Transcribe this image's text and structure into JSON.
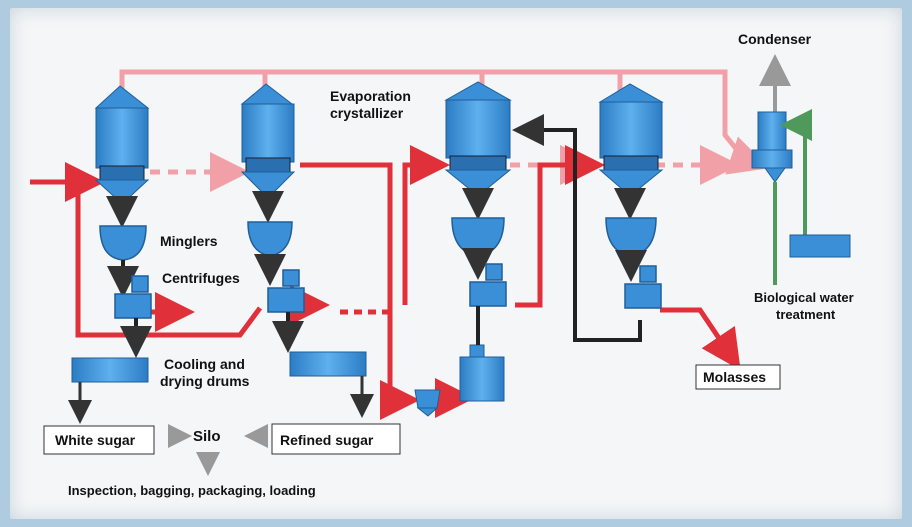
{
  "labels": {
    "condenser": "Condenser",
    "evaporation": "Evaporation",
    "crystallizer": "crystallizer",
    "minglers": "Minglers",
    "centrifuges": "Centrifuges",
    "cooling": "Cooling and",
    "drying": "drying drums",
    "bio_water_1": "Biological water",
    "bio_water_2": "treatment",
    "molasses": "Molasses",
    "white_sugar": "White sugar",
    "silo": "Silo",
    "refined_sugar": "Refined sugar",
    "inspection": "Inspection, bagging, packaging, loading"
  },
  "colors": {
    "vessel": "#3a8fd6",
    "vessel_dark": "#1f5f9a",
    "steam_pink": "#f2a0a8",
    "flow_red": "#e0303a",
    "flow_dark": "#222222",
    "water_green": "#4f9a5a"
  }
}
